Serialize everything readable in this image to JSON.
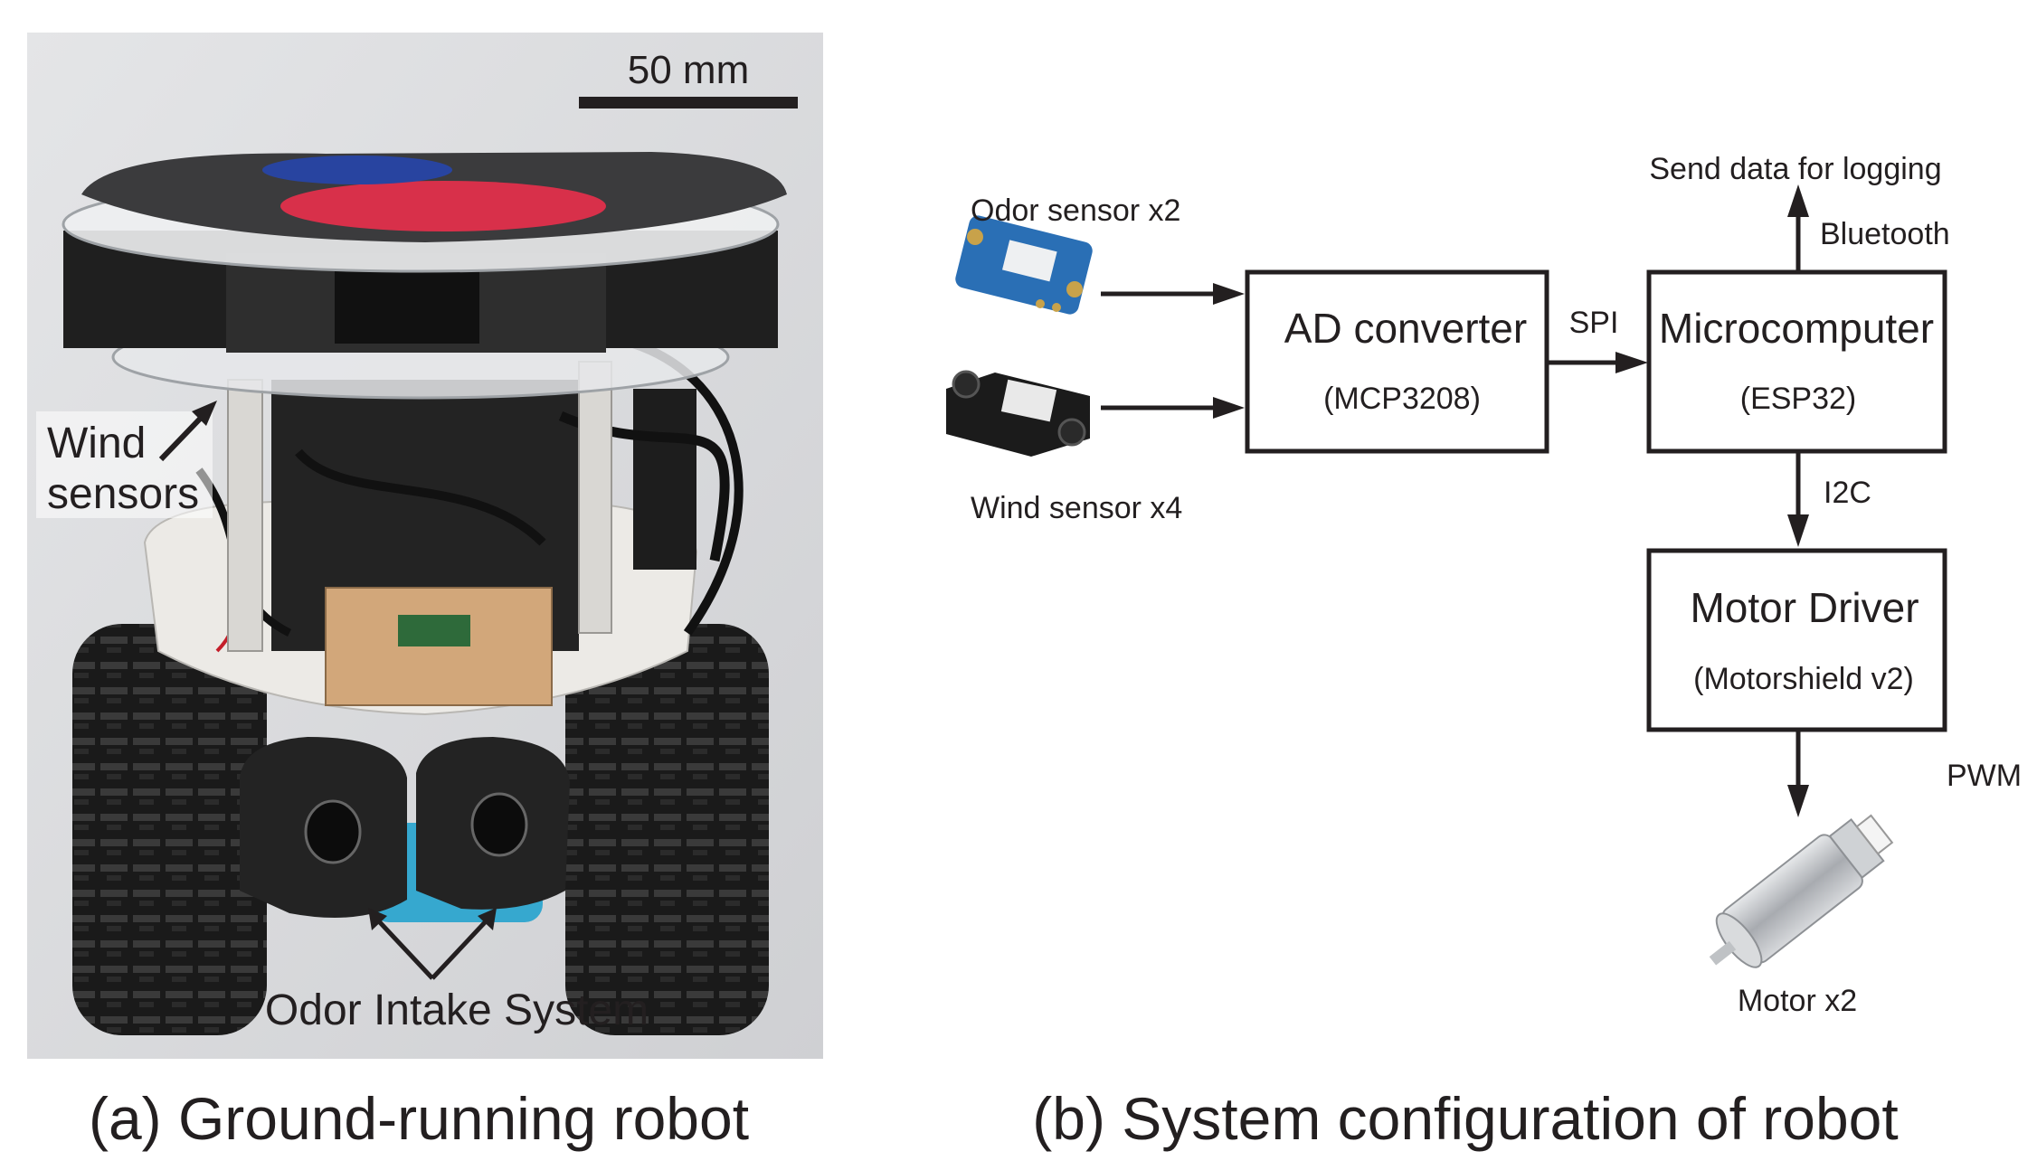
{
  "panel_a": {
    "caption": "(a) Ground-running robot",
    "scale_bar_label": "50 mm",
    "wind_label_line1": "Wind",
    "wind_label_line2": "sensors",
    "intake_label": "Odor Intake System"
  },
  "panel_b": {
    "caption": "(b) System configuration of robot",
    "odor_sensor_label": "Odor sensor  x2",
    "wind_sensor_label": "Wind sensor  x4",
    "ad_title": "AD converter",
    "ad_sub": "(MCP3208)",
    "spi_label": "SPI",
    "mc_title": "Microcomputer",
    "mc_sub": "(ESP32)",
    "send_label": "Send data for logging",
    "bt_label": "Bluetooth",
    "i2c_label": "I2C",
    "md_title": "Motor Driver",
    "md_sub": "(Motorshield v2)",
    "pwm_label": "PWM",
    "motor_label": "Motor  x2"
  },
  "colors": {
    "ink": "#231f20",
    "photo_bg": "#d9dadc",
    "sensor_board_blue": "#2a6fb5",
    "pad_red": "#d8304a",
    "pad_blue": "#2844a0",
    "intake_blue": "#36a8cf",
    "motor_silver": "#b9bcc0"
  }
}
